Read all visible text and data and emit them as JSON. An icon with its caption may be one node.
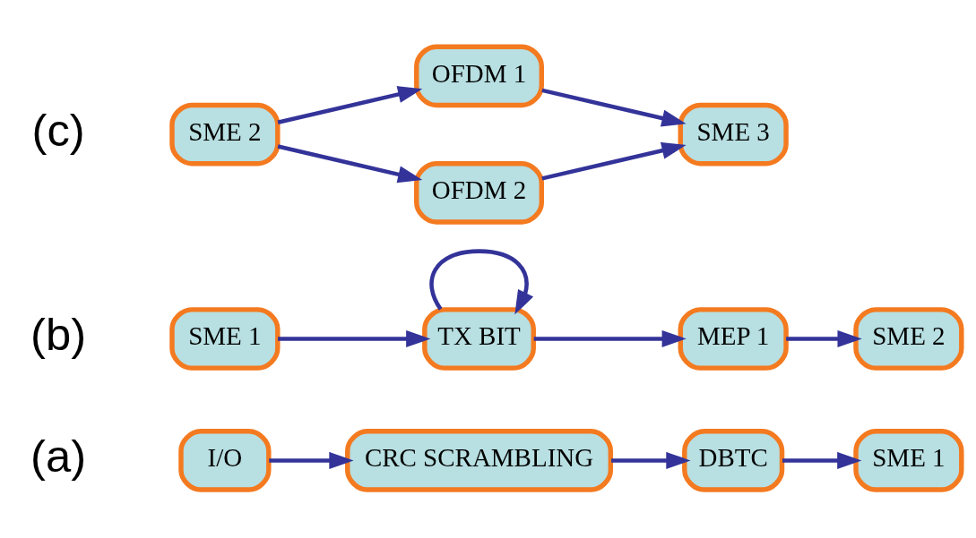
{
  "diagram": {
    "nodes": [
      {
        "text": [
          "I/O"
        ]
      },
      {
        "text": [
          "CRC SCRAMBLING"
        ]
      },
      {
        "text": [
          "DBTC"
        ]
      },
      {
        "text": [
          "SME 1"
        ]
      },
      {
        "text": [
          "SME 1"
        ]
      },
      {
        "text": [
          "TX BIT"
        ]
      },
      {
        "text": [
          "MEP 1"
        ]
      },
      {
        "text": [
          "SME 2"
        ]
      },
      {
        "text": [
          "SME 2"
        ]
      },
      {
        "text": [
          "OFDM 1"
        ]
      },
      {
        "text": [
          "OFDM 2"
        ]
      },
      {
        "text": [
          "SME 3"
        ]
      }
    ],
    "edges": [
      {
        "from": 0,
        "to": 1,
        "arrow": "to"
      },
      {
        "from": 1,
        "to": 2,
        "arrow": "to"
      },
      {
        "from": 2,
        "to": 3,
        "arrow": "to"
      },
      {
        "from": 4,
        "to": 5,
        "arrow": "to"
      },
      {
        "from": 5,
        "to": 5,
        "arrow": "to"
      },
      {
        "from": 5,
        "to": 6,
        "arrow": "to"
      },
      {
        "from": 6,
        "to": 7,
        "arrow": "to"
      },
      {
        "from": 8,
        "to": 9,
        "arrow": "to"
      },
      {
        "from": 8,
        "to": 10,
        "arrow": "to"
      },
      {
        "from": 9,
        "to": 11,
        "arrow": "to"
      },
      {
        "from": 10,
        "to": 11,
        "arrow": "to"
      }
    ],
    "labels": [
      "(a)",
      "(b)",
      "(c)"
    ]
  }
}
